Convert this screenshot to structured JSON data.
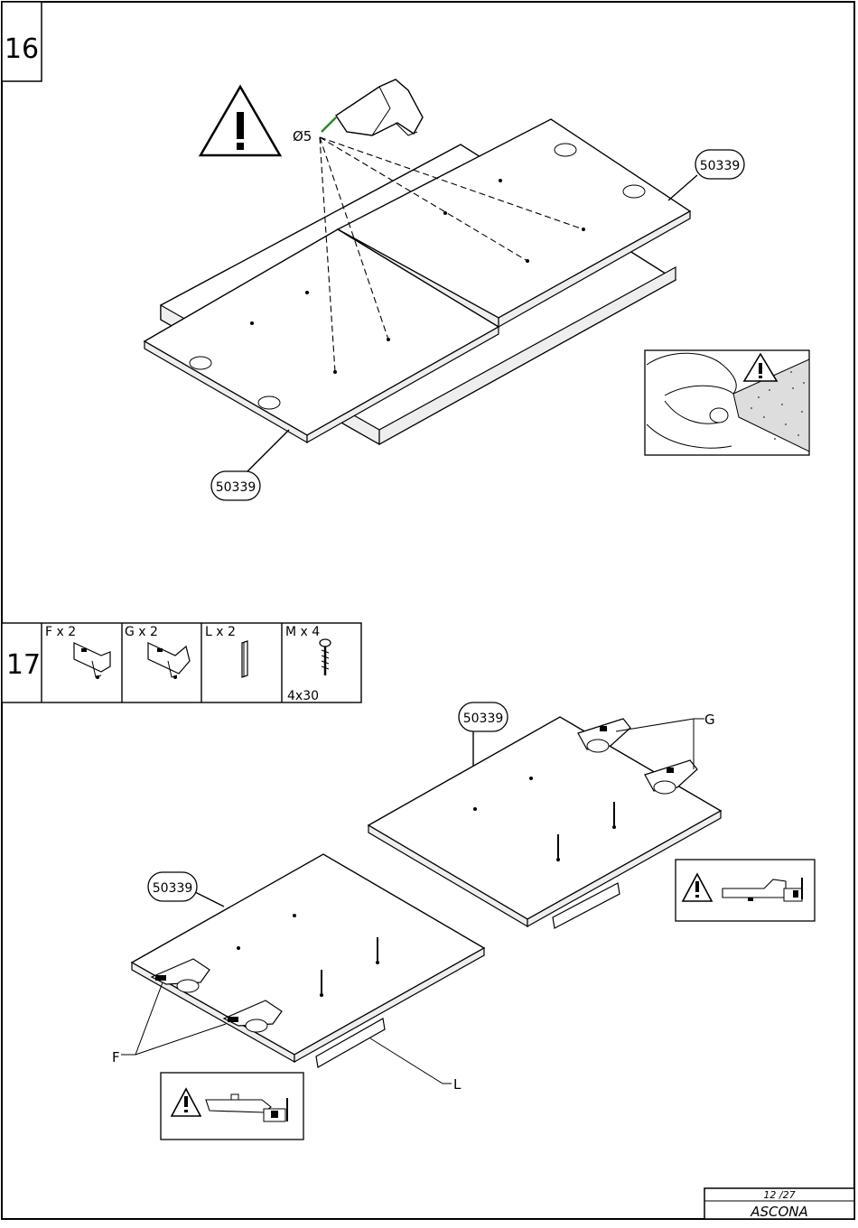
{
  "steps": {
    "step16": {
      "number": "16",
      "drill_size": "Ø5",
      "part_top": "50339",
      "part_bottom": "50339"
    },
    "step17": {
      "number": "17",
      "parts": [
        {
          "label": "F x 2",
          "icon": "hinge-icon",
          "size": ""
        },
        {
          "label": "G x 2",
          "icon": "hinge-icon",
          "size": ""
        },
        {
          "label": "L x 2",
          "icon": "strip-icon",
          "size": ""
        },
        {
          "label": "M x 4",
          "icon": "screw-icon",
          "size": "4x30"
        }
      ],
      "part_right": "50339",
      "part_left": "50339",
      "callout_g": "G",
      "callout_f": "F",
      "callout_l": "L"
    }
  },
  "footer": {
    "page": "12 /27",
    "product": "ASCONA"
  }
}
